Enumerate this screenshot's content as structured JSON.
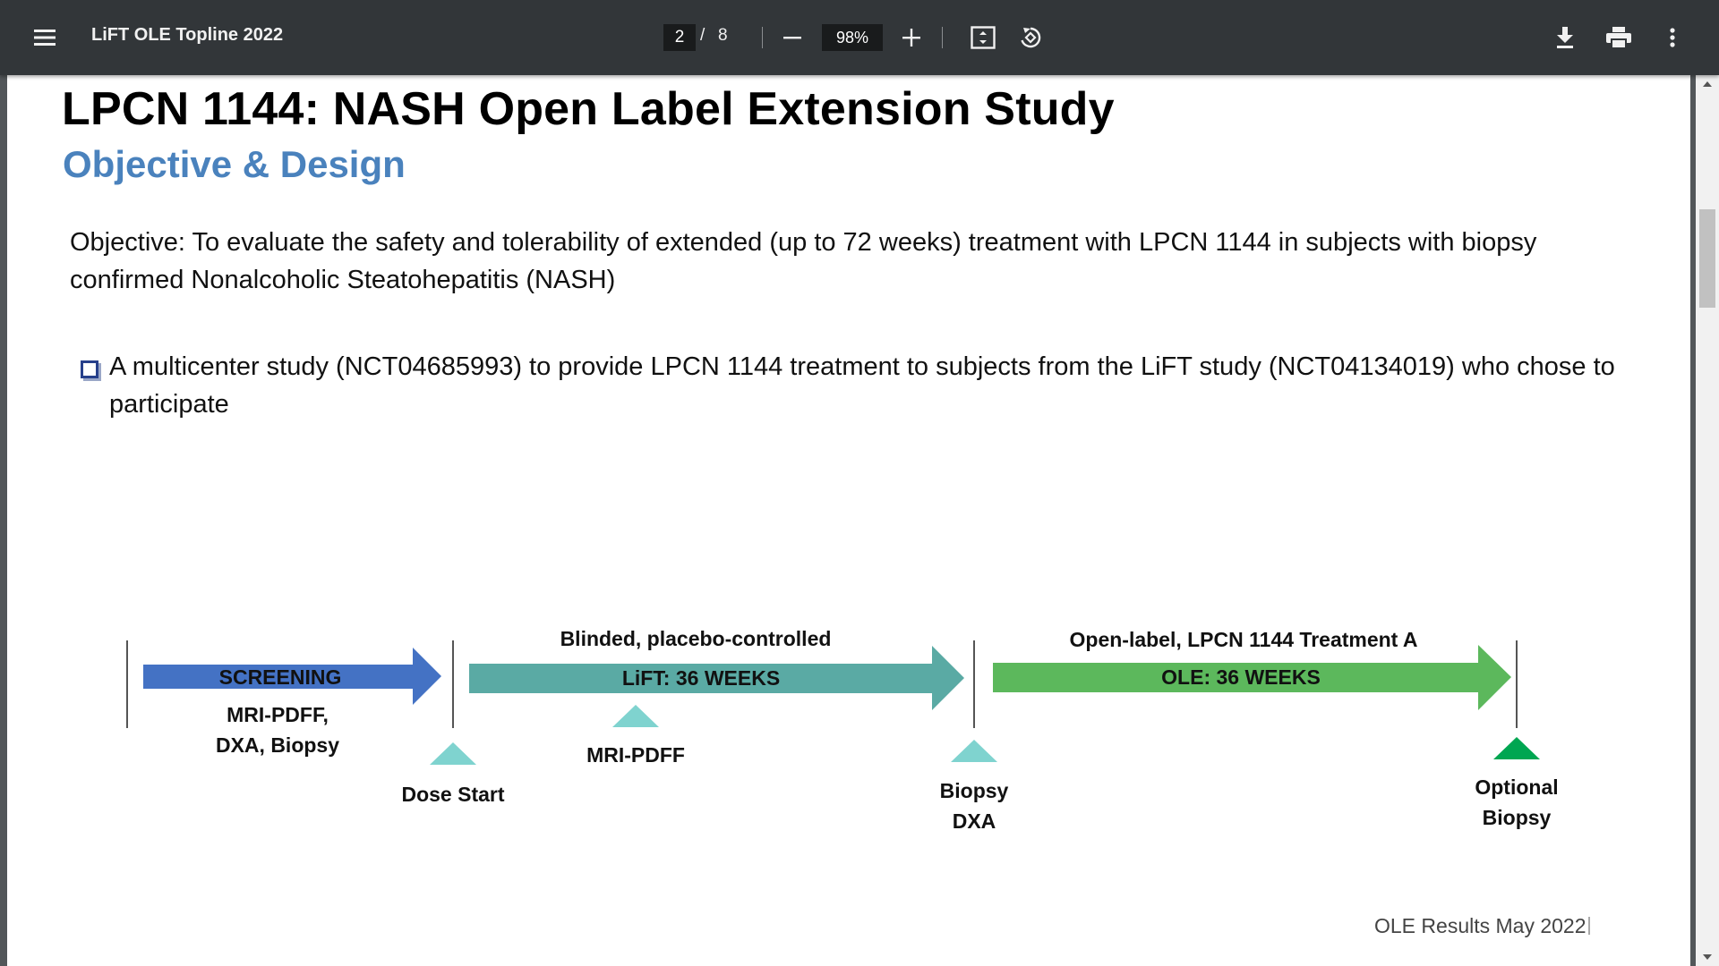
{
  "toolbar": {
    "title": "LiFT OLE Topline 2022",
    "current_page": "2",
    "page_separator": "/",
    "total_pages": "8",
    "zoom": "98%"
  },
  "slide": {
    "title": "LPCN 1144: NASH Open Label Extension Study",
    "subtitle": "Objective & Design",
    "objective": "Objective: To evaluate the safety and tolerability of extended (up to 72 weeks) treatment with LPCN 1144 in subjects with biopsy confirmed Nonalcoholic Steatohepatitis (NASH)",
    "bullet": "A multicenter study (NCT04685993) to provide LPCN 1144 treatment to subjects from the LiFT study (NCT04134019) who chose to participate",
    "footer": "OLE Results May 2022"
  },
  "diagram": {
    "phases": [
      {
        "arrow_label": "SCREENING",
        "header": "",
        "below_lines": [
          "MRI-PDFF,",
          "DXA,  Biopsy"
        ],
        "color": "#4472c4"
      },
      {
        "arrow_label": "LiFT: 36 WEEKS",
        "header": "Blinded, placebo-controlled",
        "below_lines": [],
        "color": "#5aaaa4"
      },
      {
        "arrow_label": "OLE: 36 WEEKS",
        "header": "Open-label, LPCN 1144 Treatment A",
        "below_lines": [],
        "color": "#5cb85c"
      }
    ],
    "markers": [
      {
        "lines": [
          "Dose Start"
        ],
        "color": "#7fd3cf"
      },
      {
        "lines": [
          "MRI-PDFF"
        ],
        "color": "#7fd3cf"
      },
      {
        "lines": [
          "Biopsy",
          "DXA"
        ],
        "color": "#7fd3cf"
      },
      {
        "lines": [
          "Optional",
          "Biopsy"
        ],
        "color": "#00a651"
      }
    ]
  },
  "colors": {
    "toolbar_bg": "#323639",
    "subtitle": "#4a82bd",
    "bullet": "#27408b"
  }
}
